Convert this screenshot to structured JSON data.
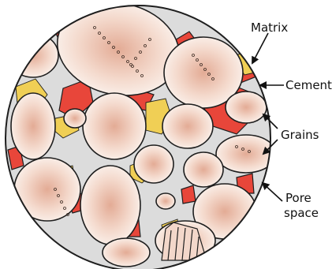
{
  "labels": {
    "matrix": "Matrix",
    "cement": "Cement",
    "grains": "Grains",
    "pore_line1": "Pore",
    "pore_line2": "space"
  },
  "colors": {
    "pore_space": "#dcdcdc",
    "cement": "#e8463a",
    "matrix": "#f0cf55",
    "grain_core": "#e3ab95",
    "grain_rim": "#fbf3ee",
    "outline": "#1e1e1e"
  }
}
